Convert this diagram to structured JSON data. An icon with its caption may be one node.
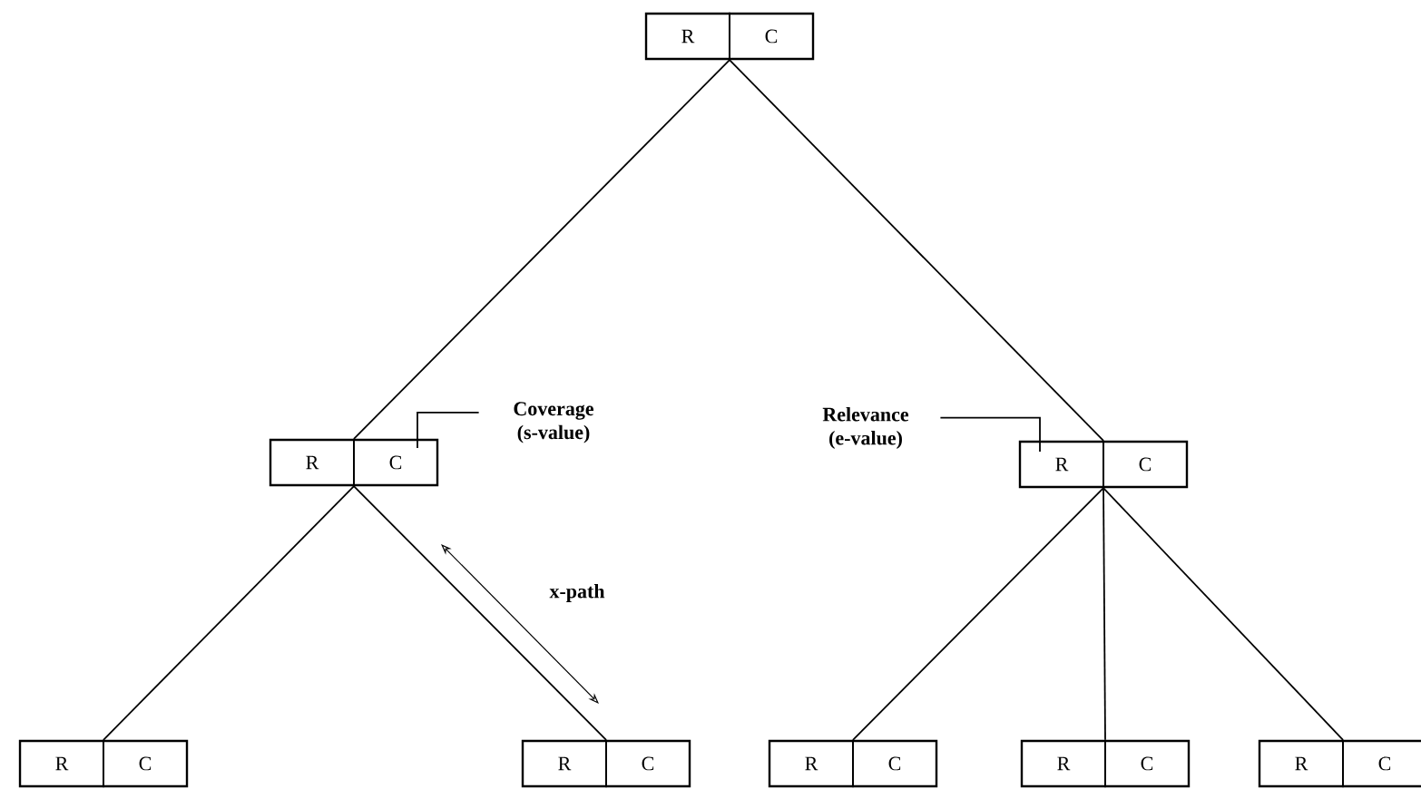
{
  "diagram": {
    "nodes": [
      {
        "text": [
          "R",
          "C"
        ]
      },
      {
        "text": [
          "R",
          "C"
        ]
      },
      {
        "text": [
          "R",
          "C"
        ]
      },
      {
        "text": [
          "R",
          "C"
        ]
      },
      {
        "text": [
          "R",
          "C"
        ]
      },
      {
        "text": [
          "R",
          "C"
        ]
      },
      {
        "text": [
          "R",
          "C"
        ]
      },
      {
        "text": [
          "R",
          "C"
        ]
      },
      {
        "text": [
          "Coverage (s-value)"
        ]
      },
      {
        "text": [
          "Relevance (e-value)"
        ]
      }
    ],
    "edges": [
      {
        "from": 0,
        "to": 1,
        "arrow": "none"
      },
      {
        "from": 0,
        "to": 2,
        "arrow": "none"
      },
      {
        "from": 1,
        "to": 3,
        "arrow": "none"
      },
      {
        "from": 1,
        "to": 4,
        "arrow": "none"
      },
      {
        "from": 2,
        "to": 5,
        "arrow": "none"
      },
      {
        "from": 2,
        "to": 6,
        "arrow": "none"
      },
      {
        "from": 2,
        "to": 7,
        "arrow": "none"
      },
      {
        "from": 8,
        "to": 1,
        "arrow": "none"
      },
      {
        "from": 9,
        "to": 2,
        "arrow": "none"
      }
    ],
    "labels": [
      "x-path"
    ]
  }
}
